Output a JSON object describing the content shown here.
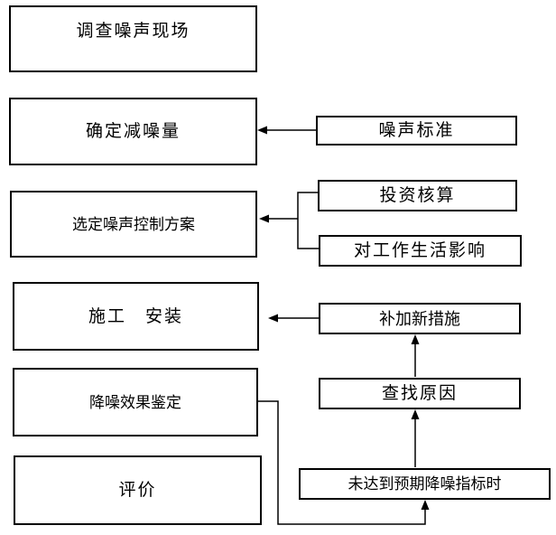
{
  "colors": {
    "background": "#ffffff",
    "box_fill": "#ffffff",
    "box_border": "#000000",
    "line": "#000000",
    "text": "#000000"
  },
  "nodes": {
    "survey": {
      "label": "调查噪声现场"
    },
    "determine": {
      "label": "确定减噪量"
    },
    "select": {
      "label": "选定噪声控制方案"
    },
    "construct": {
      "label": "施工　安装"
    },
    "appraise": {
      "label": "降噪效果鉴定"
    },
    "evaluate": {
      "label": "评价"
    },
    "standard": {
      "label": "噪声标准"
    },
    "investment": {
      "label": "投资核算"
    },
    "impact": {
      "label": "对工作生活影响"
    },
    "measures": {
      "label": "补加新措施"
    },
    "cause": {
      "label": "查找原因"
    },
    "not_reached": {
      "label": "未达到预期降噪指标时"
    }
  }
}
